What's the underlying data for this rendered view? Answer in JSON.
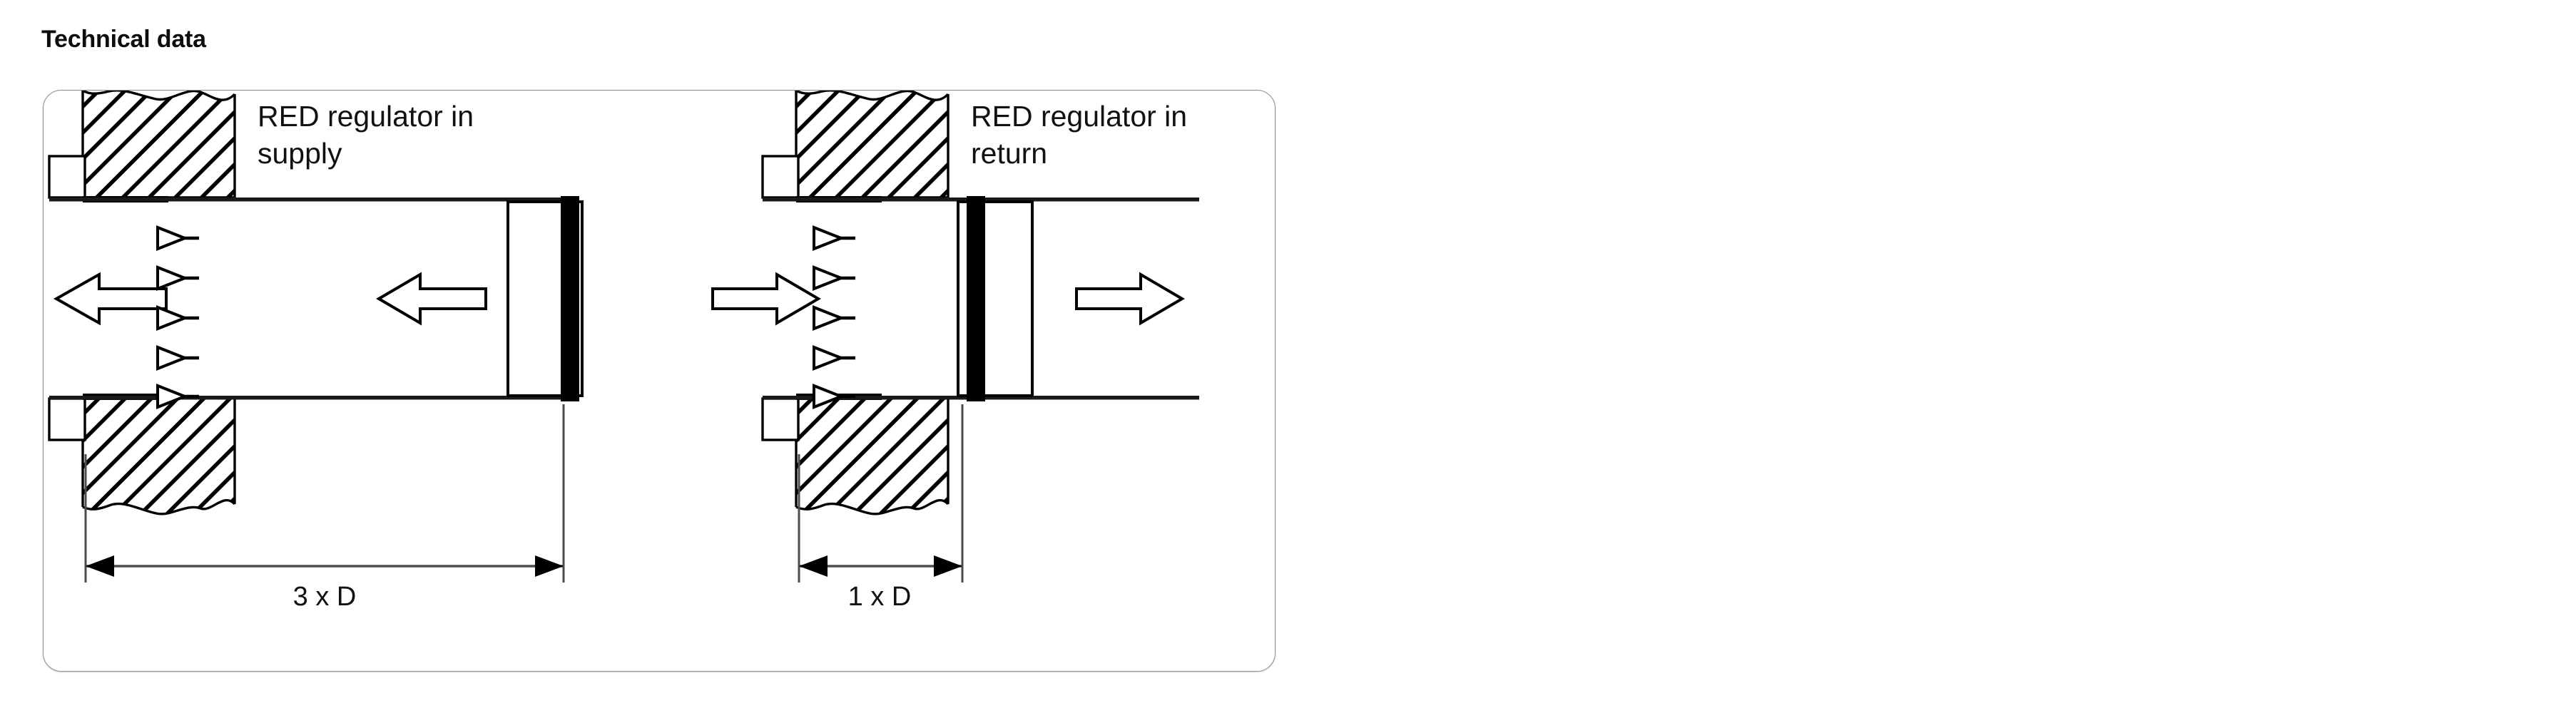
{
  "page": {
    "title": "Technical data",
    "background_color": "#ffffff",
    "card_border_color": "#8c8c8c"
  },
  "card": {
    "name": "technical-data-card"
  },
  "diagrams": [
    {
      "id": "red-regulator-supply",
      "label_line1": "RED regulator in",
      "label_line2": "supply",
      "dimension_label": "3 x D",
      "flow_direction": "left",
      "regulator_bar_side": "right",
      "inlet_triangle_count": 5,
      "stroke_color": "#000000",
      "bar_color": "#000000"
    },
    {
      "id": "red-regulator-return",
      "label_line1": "RED regulator in",
      "label_line2": "return",
      "dimension_label": "1 x D",
      "flow_direction": "right",
      "regulator_bar_side": "left",
      "inlet_triangle_count": 5,
      "stroke_color": "#000000",
      "bar_color": "#000000"
    }
  ]
}
